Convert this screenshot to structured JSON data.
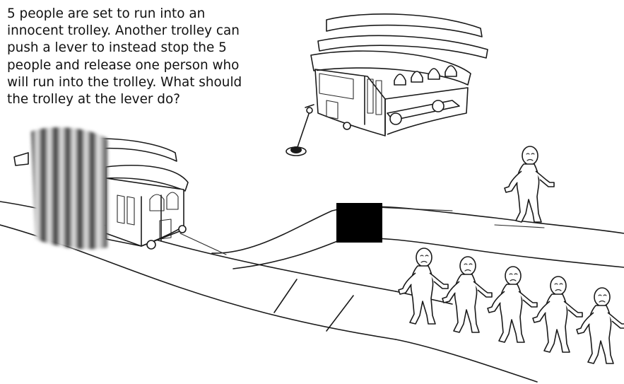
{
  "caption": "5 people are set to run into an\ninnocent trolley. Another trolley can\npush a lever to instead stop the 5\npeople and release one person who\nwill run into the trolley. What should\nthe trolley at the lever do?",
  "figures": {
    "upper_track_people_count": 1,
    "lower_track_people_count": 5
  },
  "colors": {
    "ink": "#1a1a1a",
    "censor_box": "#000000",
    "background": "#ffffff"
  }
}
